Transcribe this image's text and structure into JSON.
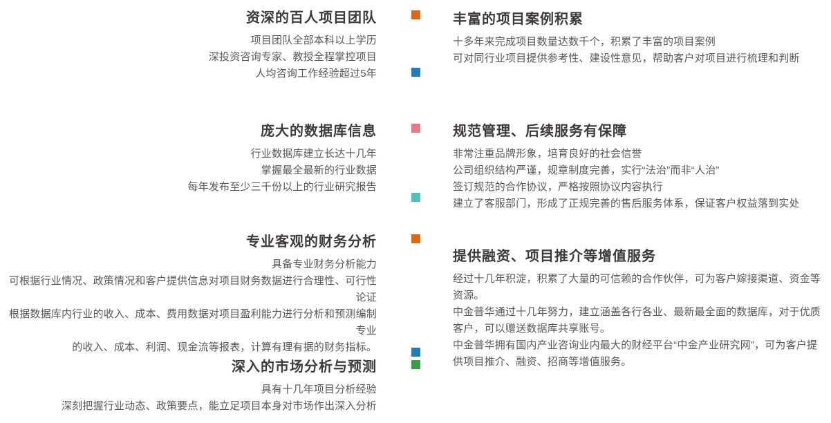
{
  "page": {
    "background_color": "#ffffff",
    "heading_color": "#3e3a39",
    "body_text_color": "#595757"
  },
  "left": {
    "sections": [
      {
        "title": "资深的百人项目团队",
        "lines": [
          "项目团队全部本科以上学历",
          "深投资咨询专家、教授全程掌控项目",
          "人均咨询工作经验超过5年"
        ]
      },
      {
        "title": "庞大的数据库信息",
        "lines": [
          "行业数据库建立长达十几年",
          "掌握最全最新的行业数据",
          "每年发布至少三千份以上的行业研究报告"
        ]
      },
      {
        "title": "专业客观的财务分析",
        "lines": [
          "具备专业财务分析能力",
          "可根据行业情况、政策情况和客户提供信息对项目财务数据进行合理性、可行性论证",
          "根据数据库内行业的收入、成本、费用数据对项目盈利能力进行分析和预测编制专业",
          "的收入、成本、利润、现金流等报表，计算有理有据的财务指标。"
        ]
      },
      {
        "title": "深入的市场分析与预测",
        "lines": [
          "具有十几年项目分析经验",
          "深刻把握行业动态、政策要点，能立足项目本身对市场作出深入分析"
        ]
      }
    ]
  },
  "right": {
    "sections": [
      {
        "title": "丰富的项目案例积累",
        "lines": [
          "十多年来完成项目数量达数千个，积累了丰富的项目案例",
          "可对同行业项目提供参考性、建设性意见，帮助客户对项目进行梳理和判断"
        ]
      },
      {
        "title": "规范管理、后续服务有保障",
        "lines": [
          "非常注重品牌形象，培育良好的社会信誉",
          "公司组织结构严谨，规章制度完善，实行“法治”而非“人治”",
          "签订规范的合作协议，严格按照协议内容执行",
          "建立了客服部门，形成了正规完善的售后服务体系，保证客户权益落到实处"
        ]
      },
      {
        "title": "提供融资、项目推介等增值服务",
        "paragraphs": [
          "经过十几年积淀，积累了大量的可信赖的合作伙伴，可为客户嫁接渠道、资金等资源。",
          "中金普华通过十几年努力，建立涵盖各行各业、最新最全面的数据库，对于优质客户，可以赠送数据库共享账号。",
          "中金普华拥有国内产业咨询业内最大的财经平台“中金产业研究网”，可为客户提供项目推介、融资、招商等增值服务。"
        ]
      }
    ]
  },
  "markers": [
    {
      "name": "orange-square",
      "color": "#e8650c"
    },
    {
      "name": "blue-square",
      "color": "#1b7ec2"
    },
    {
      "name": "pink-square",
      "color": "#f3747f"
    },
    {
      "name": "teal-square",
      "color": "#47c8bf"
    },
    {
      "name": "orange-square",
      "color": "#e8650c"
    },
    {
      "name": "blue-square",
      "color": "#1b7ec2"
    },
    {
      "name": "green-square",
      "color": "#2fa441"
    }
  ]
}
